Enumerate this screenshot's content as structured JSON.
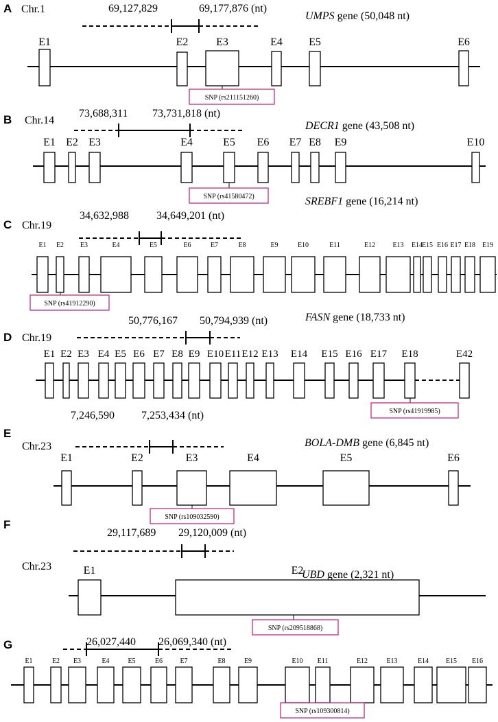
{
  "panels": [
    {
      "letter": "A",
      "chromosome": "Chr.1",
      "coord_start": "69,127,829",
      "coord_end": "69,177,876 (nt)",
      "gene_name": "UMPS",
      "gene_suffix": " gene (50,048 nt)",
      "exons": [
        "E1",
        "E2",
        "E3",
        "E4",
        "E5",
        "E6"
      ],
      "snp": "SNP (rs211151260)"
    },
    {
      "letter": "B",
      "chromosome": "Chr.14",
      "coord_start": "73,688,311",
      "coord_end": "73,731,818 (nt)",
      "gene_name": "DECR1",
      "gene_suffix": " gene (43,508 nt)",
      "exons": [
        "E1",
        "E2",
        "E3",
        "E4",
        "E5",
        "E6",
        "E7",
        "E8",
        "E9",
        "E10"
      ],
      "snp": "SNP (rs41580472)"
    },
    {
      "letter": "C",
      "chromosome": "Chr.19",
      "coord_start": "34,632,988",
      "coord_end": "34,649,201 (nt)",
      "gene_name": "SREBF1",
      "gene_suffix": " gene (16,214 nt)",
      "exons": [
        "E1",
        "E2",
        "E3",
        "E4",
        "E5",
        "E6",
        "E7",
        "E8",
        "E9",
        "E10",
        "E11",
        "E12",
        "E13",
        "E14",
        "E15",
        "E16",
        "E17",
        "E18",
        "E19"
      ],
      "snp": "SNP (rs41912290)"
    },
    {
      "letter": "D",
      "chromosome": "Chr.19",
      "coord_start": "50,776,167",
      "coord_end": "50,794,939 (nt)",
      "gene_name": "FASN",
      "gene_suffix": " gene (18,733 nt)",
      "exons": [
        "E1",
        "E2",
        "E3",
        "E4",
        "E5",
        "E6",
        "E7",
        "E8",
        "E9",
        "E10",
        "E11",
        "E12",
        "E13",
        "E14",
        "E15",
        "E16",
        "E17",
        "E18",
        "E42"
      ],
      "snp": "SNP (rs41919985)"
    },
    {
      "letter": "E",
      "chromosome": "Chr.23",
      "coord_start": "7,246,590",
      "coord_end": "7,253,434 (nt)",
      "gene_name": "BOLA-DMB",
      "gene_suffix": " gene (6,845 nt)",
      "exons": [
        "E1",
        "E2",
        "E3",
        "E4",
        "E5",
        "E6"
      ],
      "snp": "SNP (rs109032590)"
    },
    {
      "letter": "F",
      "chromosome": "Chr.23",
      "coord_start": "29,117,689",
      "coord_end": "29,120,009 (nt)",
      "gene_name": "UBD",
      "gene_suffix": " gene (2,321 nt)",
      "exons": [
        "E1",
        "E2"
      ],
      "snp": "SNP (rs209518868)"
    },
    {
      "letter": "G",
      "chromosome": "",
      "coord_start": "26,027,440",
      "coord_end": "26,069,340 (nt)",
      "gene_name": "",
      "gene_suffix": "",
      "exons": [
        "E1",
        "E2",
        "E3",
        "E4",
        "E5",
        "E6",
        "E7",
        "E8",
        "E9",
        "E10",
        "E11",
        "E12",
        "E13",
        "E14",
        "E15",
        "E16"
      ],
      "snp": "SNP (rs109300814)"
    }
  ]
}
